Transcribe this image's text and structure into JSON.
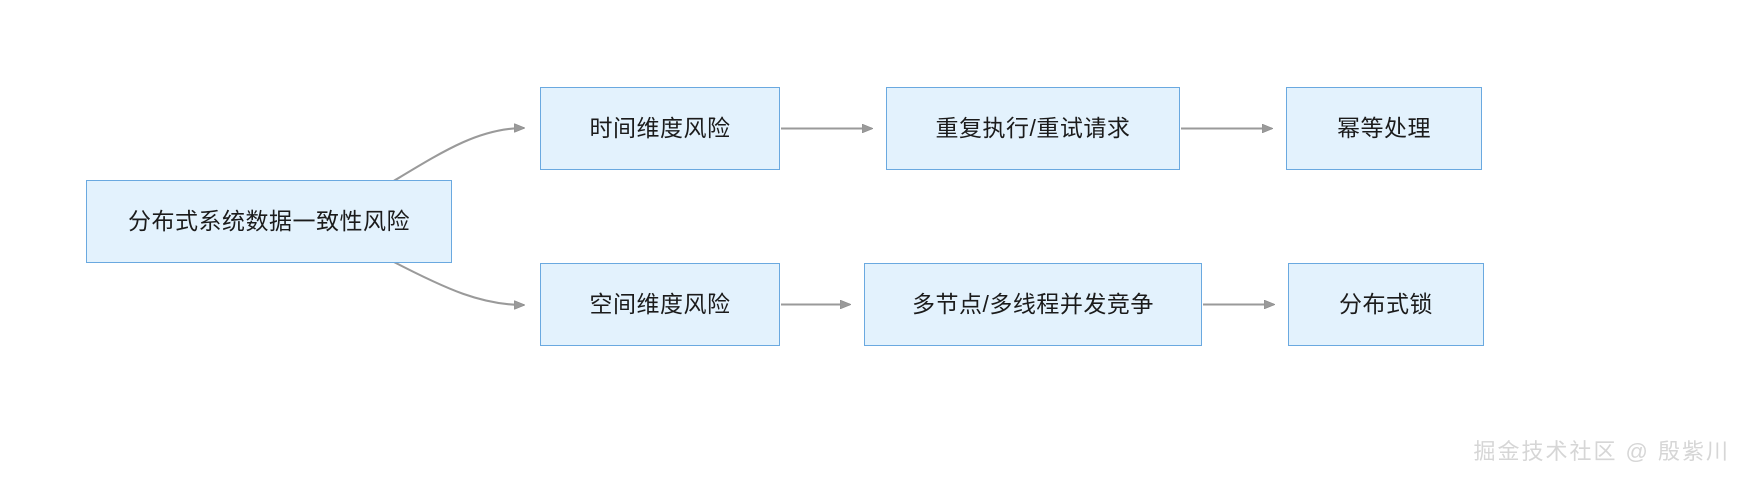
{
  "diagram": {
    "type": "flowchart",
    "title": "",
    "background_color": "#ffffff",
    "node_fill_color": "#e3f2fd",
    "node_border_color": "#6aa9e0",
    "edge_color": "#9a9a9a",
    "text_color": "#1b1b1b",
    "nodes": [
      {
        "id": "root",
        "label": "分布式系统数据一致性风险"
      },
      {
        "id": "time",
        "label": "时间维度风险"
      },
      {
        "id": "retry",
        "label": "重复执行/重试请求"
      },
      {
        "id": "idem",
        "label": "幂等处理"
      },
      {
        "id": "space",
        "label": "空间维度风险"
      },
      {
        "id": "concur",
        "label": "多节点/多线程并发竞争"
      },
      {
        "id": "lock",
        "label": "分布式锁"
      }
    ],
    "edges": [
      {
        "from": "root",
        "to": "time",
        "style": "curved",
        "arrow": "triangle"
      },
      {
        "from": "root",
        "to": "space",
        "style": "curved",
        "arrow": "triangle"
      },
      {
        "from": "time",
        "to": "retry",
        "style": "straight",
        "arrow": "triangle"
      },
      {
        "from": "retry",
        "to": "idem",
        "style": "straight",
        "arrow": "triangle"
      },
      {
        "from": "space",
        "to": "concur",
        "style": "straight",
        "arrow": "triangle"
      },
      {
        "from": "concur",
        "to": "lock",
        "style": "straight",
        "arrow": "triangle"
      }
    ]
  },
  "watermark": {
    "text": "掘金技术社区 @ 殷紫川",
    "color": "#d6d6d6"
  }
}
